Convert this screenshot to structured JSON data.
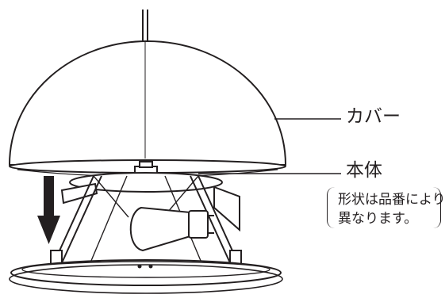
{
  "labels": {
    "cover": "カバー",
    "body": "本体",
    "note_line1": "形状は品番により",
    "note_line2": "異なります。"
  },
  "colors": {
    "line": "#231f20",
    "background": "#ffffff"
  },
  "icons": {
    "arrow": "down-arrow-icon"
  }
}
